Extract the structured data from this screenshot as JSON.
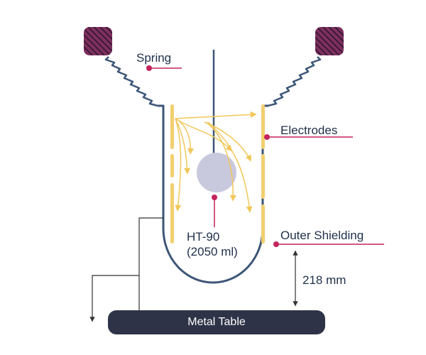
{
  "labels": {
    "spring": "Spring",
    "electrodes": "Electrodes",
    "sphere_name": "HT-90",
    "sphere_volume": "(2050 ml)",
    "outer_shielding": "Outer Shielding",
    "distance": "218 mm",
    "metal_table": "Metal Table"
  },
  "colors": {
    "outline": "#3d5677",
    "marker": "#c4245a",
    "electrode": "#f2cf6e",
    "arrow": "#f2c75a",
    "sphere": "#c9c9de",
    "weight": "#7d2f5d",
    "table": "#2f3347",
    "text": "#1f2f4a"
  },
  "icons": [
    "spring-weight-icon",
    "sphere-icon",
    "electrode-bar-icon",
    "leader-dot-icon"
  ]
}
